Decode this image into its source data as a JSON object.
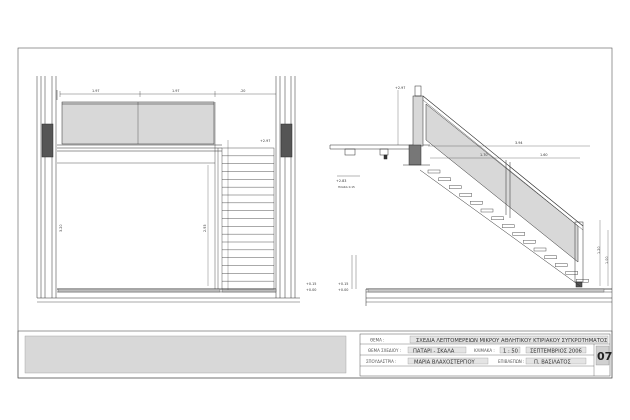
{
  "title_block": {
    "label_thesis": "ΘΕΜΑ :",
    "value_thesis": "ΣΧΕΔΙΑ ΛΕΠΤΟΜΕΡΕΙΩΝ ΜΙΚΡΟΥ ΑΘΛΗΤΙΚΟΥ ΚΤΙΡΙΑΚΟΥ ΣΥΓΚΡΟΤΗΜΑΤΟΣ",
    "label_drawing": "ΘΕΜΑ ΣΧΕΔΙΟΥ :",
    "value_drawing": "ΠΑΤΑΡΙ - ΣΚΑΛΑ",
    "label_scale": "ΚΛΙΜΑΚΑ :",
    "value_scale": "1 : 50",
    "value_date": "ΣΕΠΤΕΜΒΡΙΟΣ 2006",
    "label_student": "ΣΠΟΥΔΑΣΤΡΙΑ :",
    "value_student": "ΜΑΡΙΑ ΒΛΑΧΟΣΤΕΡΓΙΟΥ",
    "label_supervisor": "ΕΠΙΒΛΕΠΩΝ :",
    "value_supervisor": "Π. ΒΑΣΙΛΑΤΟΣ",
    "sheet_number": "07"
  },
  "dimensions": {
    "left_top_a": "1.97",
    "left_top_b": "1.97",
    "left_top_c": ".20",
    "left_level_upper": "+2.97",
    "left_height": "3.20",
    "left_stair_height": "2.93",
    "left_level_floor": "+0.15",
    "left_level_ground": "+0.00",
    "right_level_a": "+2.97",
    "right_level_b": "+2.83",
    "right_slab": "ΠΛΑΚΑ 0.15",
    "right_run": "3.94",
    "right_step_a": "1.70",
    "right_step_b": "1.60",
    "right_h_a": "1.20",
    "right_h_b": "1.00",
    "right_level_floor": "+0.15",
    "right_level_ground": "+0.00"
  },
  "colors": {
    "line": "#2a2a2a",
    "light_line": "#7a7a7a",
    "glass": "#d8d8d8",
    "hatch": "#c8c8c8"
  }
}
